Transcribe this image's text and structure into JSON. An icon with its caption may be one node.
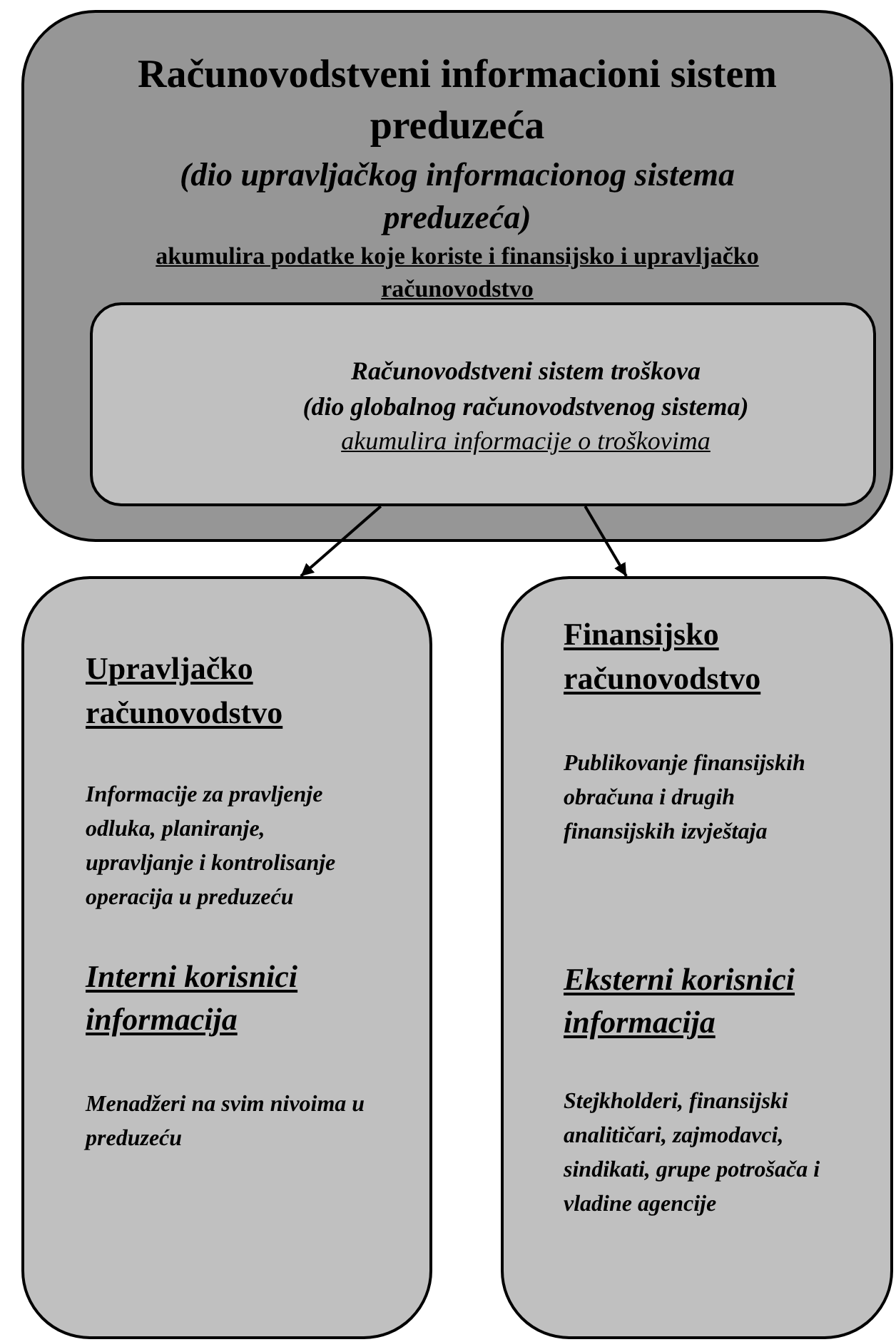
{
  "diagram": {
    "nodes": [
      {
        "text": [
          "Računovodstveni informacioni sistem preduzeća",
          "(dio upravljačkog informacionog sistema preduzeća)",
          "akumulira podatke koje koriste i finansijsko i upravljačko računovodstvo"
        ]
      },
      {
        "text": [
          "Računovodstveni sistem troškova",
          "(dio globalnog računovodstvenog sistema)",
          "akumulira informacije o troškovima"
        ],
        "in": 0
      },
      {
        "text": [
          "Upravljačko računovodstvo",
          "Informacije za pravljenje odluka, planiranje, upravljanje i kontrolisanje operacija u preduzeću",
          "Interni korisnici informacija",
          "Menadžeri na svim nivoima u preduzeću"
        ]
      },
      {
        "text": [
          "Finansijsko računovodstvo",
          "Publikovanje finansijskih obračuna i drugih finansijskih izvještaja",
          "Eksterni korisnici informacija",
          "Stejkholderi, finansijski analitičari, zajmodavci, sindikati, grupe potrošača i vladine agencije"
        ]
      }
    ],
    "edges": [
      {
        "from": 1,
        "to": 2,
        "arrow": "to"
      },
      {
        "from": 1,
        "to": 3,
        "arrow": "to"
      }
    ]
  }
}
